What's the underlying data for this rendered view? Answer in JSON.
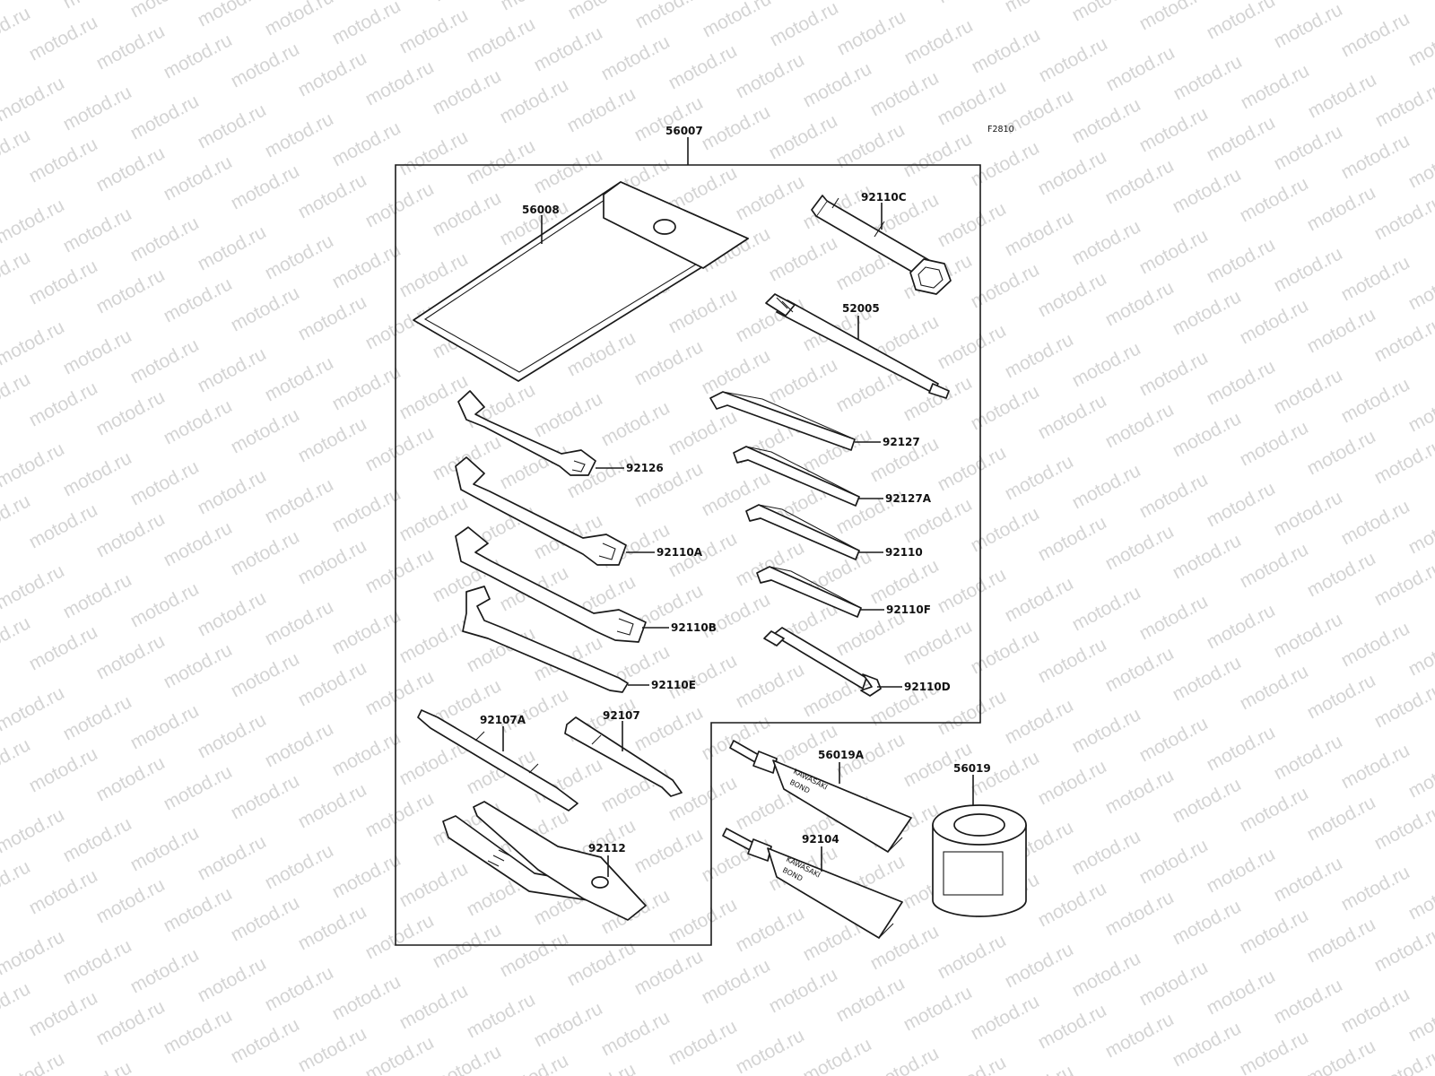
{
  "watermark": {
    "text": "motod.ru"
  },
  "diagram": {
    "ref_code": "F2810",
    "tube_text": {
      "line1": "KAWASAKI",
      "line2": "BOND"
    },
    "labels": {
      "p56007": "56007",
      "p56008": "56008",
      "p92110C": "92110C",
      "p52005": "52005",
      "p92127": "92127",
      "p92127A": "92127A",
      "p92110": "92110",
      "p92110F": "92110F",
      "p92110D": "92110D",
      "p92126": "92126",
      "p92110A": "92110A",
      "p92110B": "92110B",
      "p92110E": "92110E",
      "p92107A": "92107A",
      "p92107": "92107",
      "p92112": "92112",
      "p56019A": "56019A",
      "p92104": "92104",
      "p56019": "56019"
    }
  }
}
